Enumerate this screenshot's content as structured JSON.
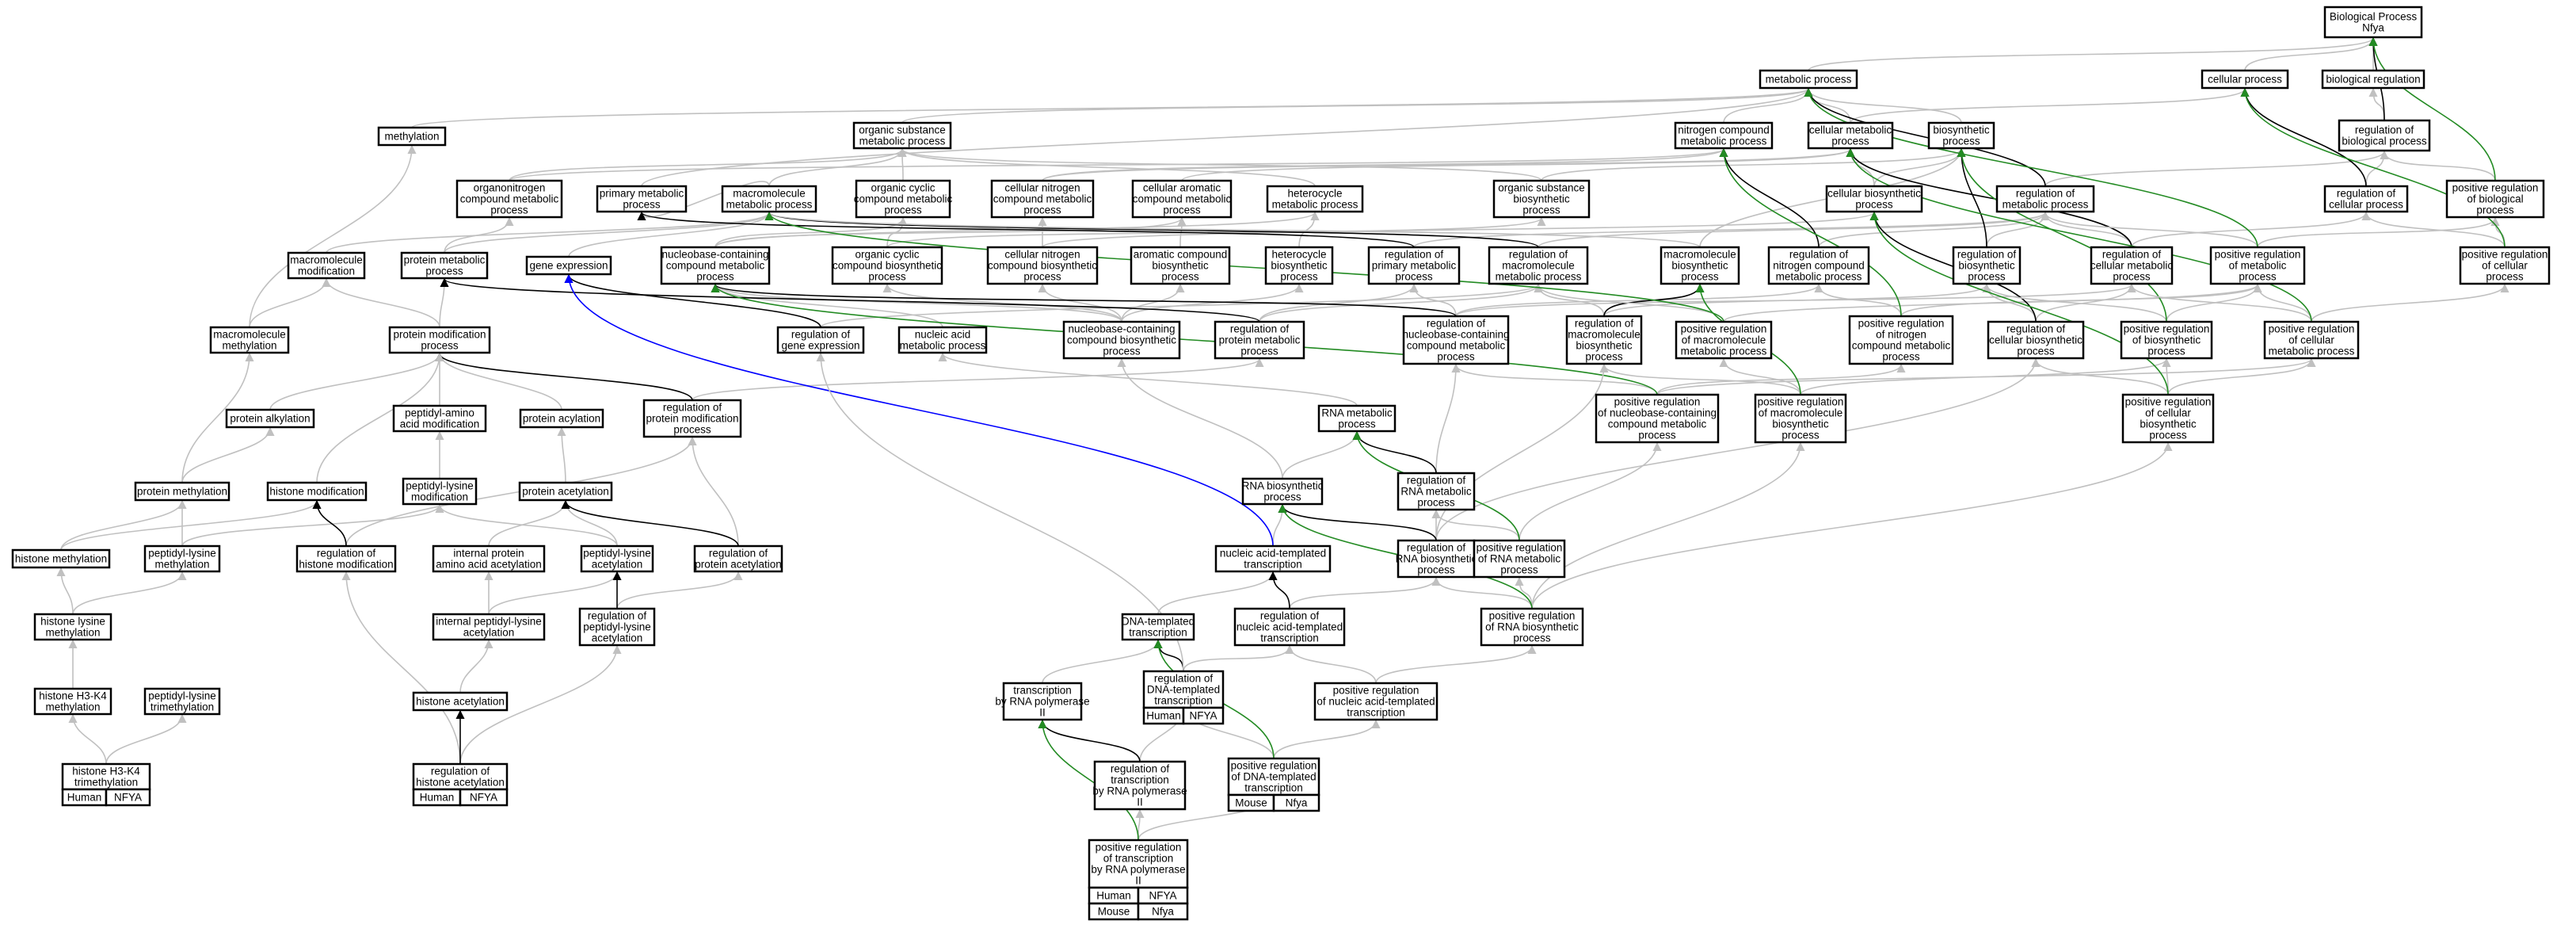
{
  "colors": {
    "background": "#ffffff",
    "node_border": "#000000",
    "edge_default": "#c0c0c0",
    "edge_regulates": "#000000",
    "edge_positively_regulates": "#238b23",
    "edge_part_of": "#0000ff",
    "tag_human": "#f0554a",
    "tag_mouse": "#a8d4e6"
  },
  "nodes": {
    "bp": [
      "Biological Process",
      "Nfya"
    ],
    "metabolic_process": [
      "metabolic process"
    ],
    "cellular_process": [
      "cellular process"
    ],
    "biological_regulation": [
      "biological regulation"
    ],
    "methylation": [
      "methylation"
    ],
    "organic_substance_metabolic": [
      "organic substance",
      "metabolic process"
    ],
    "nitrogen_compound_metabolic": [
      "nitrogen compound",
      "metabolic process"
    ],
    "cellular_metabolic": [
      "cellular metabolic",
      "process"
    ],
    "biosynthetic_process": [
      "biosynthetic",
      "process"
    ],
    "regulation_biological_process": [
      "regulation of",
      "biological process"
    ],
    "organonitrogen_compound_metabolic": [
      "organonitrogen",
      "compound metabolic",
      "process"
    ],
    "primary_metabolic": [
      "primary metabolic",
      "process"
    ],
    "macromolecule_metabolic": [
      "macromolecule",
      "metabolic process"
    ],
    "organic_cyclic_compound_metabolic": [
      "organic cyclic",
      "compound metabolic",
      "process"
    ],
    "cellular_nitrogen_compound_metabolic": [
      "cellular nitrogen",
      "compound metabolic",
      "process"
    ],
    "cellular_aromatic_compound_metabolic": [
      "cellular aromatic",
      "compound metabolic",
      "process"
    ],
    "heterocycle_metabolic": [
      "heterocycle",
      "metabolic process"
    ],
    "organic_substance_biosynthetic": [
      "organic substance",
      "biosynthetic",
      "process"
    ],
    "cellular_biosynthetic": [
      "cellular biosynthetic",
      "process"
    ],
    "regulation_metabolic": [
      "regulation of",
      "metabolic process"
    ],
    "regulation_cellular_process": [
      "regulation of",
      "cellular process"
    ],
    "positive_regulation_biological_process": [
      "positive regulation",
      "of biological",
      "process"
    ],
    "macromolecule_modification": [
      "macromolecule",
      "modification"
    ],
    "protein_metabolic": [
      "protein metabolic",
      "process"
    ],
    "gene_expression": [
      "gene expression"
    ],
    "nucleobase_containing_compound_metabolic": [
      "nucleobase-containing",
      "compound metabolic",
      "process"
    ],
    "organic_cyclic_compound_biosynthetic": [
      "organic cyclic",
      "compound biosynthetic",
      "process"
    ],
    "cellular_nitrogen_compound_biosynthetic": [
      "cellular nitrogen",
      "compound biosynthetic",
      "process"
    ],
    "aromatic_compound_biosynthetic": [
      "aromatic compound",
      "biosynthetic",
      "process"
    ],
    "heterocycle_biosynthetic": [
      "heterocycle",
      "biosynthetic",
      "process"
    ],
    "regulation_primary_metabolic": [
      "regulation of",
      "primary metabolic",
      "process"
    ],
    "regulation_macromolecule_metabolic": [
      "regulation of",
      "macromolecule",
      "metabolic process"
    ],
    "macromolecule_biosynthetic": [
      "macromolecule",
      "biosynthetic",
      "process"
    ],
    "regulation_nitrogen_compound_metabolic": [
      "regulation of",
      "nitrogen compound",
      "metabolic process"
    ],
    "regulation_biosynthetic": [
      "regulation of",
      "biosynthetic",
      "process"
    ],
    "regulation_cellular_metabolic": [
      "regulation of",
      "cellular metabolic",
      "process"
    ],
    "positive_regulation_metabolic": [
      "positive regulation",
      "of metabolic",
      "process"
    ],
    "positive_regulation_cellular_process": [
      "positive regulation",
      "of cellular",
      "process"
    ],
    "macromolecule_methylation": [
      "macromolecule",
      "methylation"
    ],
    "protein_modification_process": [
      "protein modification",
      "process"
    ],
    "regulation_gene_expression": [
      "regulation of",
      "gene expression"
    ],
    "nucleic_acid_metabolic": [
      "nucleic acid",
      "metabolic process"
    ],
    "nucleobase_containing_compound_biosynthetic": [
      "nucleobase-containing",
      "compound biosynthetic",
      "process"
    ],
    "regulation_protein_metabolic": [
      "regulation of",
      "protein metabolic",
      "process"
    ],
    "regulation_nucleobase_containing_compound_metabolic": [
      "regulation of",
      "nucleobase-containing",
      "compound metabolic",
      "process"
    ],
    "regulation_macromolecule_biosynthetic": [
      "regulation of",
      "macromolecule",
      "biosynthetic",
      "process"
    ],
    "positive_regulation_macromolecule_metabolic": [
      "positive regulation",
      "of macromolecule",
      "metabolic process"
    ],
    "positive_regulation_nitrogen_compound_metabolic": [
      "positive regulation",
      "of nitrogen",
      "compound metabolic",
      "process"
    ],
    "regulation_cellular_biosynthetic": [
      "regulation of",
      "cellular biosynthetic",
      "process"
    ],
    "positive_regulation_biosynthetic": [
      "positive regulation",
      "of biosynthetic",
      "process"
    ],
    "positive_regulation_cellular_metabolic": [
      "positive regulation",
      "of cellular",
      "metabolic process"
    ],
    "protein_alkylation": [
      "protein alkylation"
    ],
    "peptidyl_amino_acid_modification": [
      "peptidyl-amino",
      "acid modification"
    ],
    "protein_acylation": [
      "protein acylation"
    ],
    "regulation_protein_modification": [
      "regulation of",
      "protein modification",
      "process"
    ],
    "rna_metabolic": [
      "RNA metabolic",
      "process"
    ],
    "positive_regulation_nucleobase_containing_compound_metabolic": [
      "positive regulation",
      "of nucleobase-containing",
      "compound metabolic",
      "process"
    ],
    "positive_regulation_macromolecule_biosynthetic": [
      "positive regulation",
      "of macromolecule",
      "biosynthetic",
      "process"
    ],
    "positive_regulation_cellular_biosynthetic": [
      "positive regulation",
      "of cellular",
      "biosynthetic",
      "process"
    ],
    "protein_methylation": [
      "protein methylation"
    ],
    "histone_modification": [
      "histone modification"
    ],
    "peptidyl_lysine_modification": [
      "peptidyl-lysine",
      "modification"
    ],
    "protein_acetylation": [
      "protein acetylation"
    ],
    "rna_biosynthetic": [
      "RNA biosynthetic",
      "process"
    ],
    "regulation_rna_metabolic": [
      "regulation of",
      "RNA metabolic",
      "process"
    ],
    "histone_methylation": [
      "histone methylation"
    ],
    "peptidyl_lysine_methylation": [
      "peptidyl-lysine",
      "methylation"
    ],
    "regulation_histone_modification": [
      "regulation of",
      "histone modification"
    ],
    "internal_protein_amino_acid_acetylation": [
      "internal protein",
      "amino acid acetylation"
    ],
    "peptidyl_lysine_acetylation": [
      "peptidyl-lysine",
      "acetylation"
    ],
    "regulation_protein_acetylation": [
      "regulation of",
      "protein acetylation"
    ],
    "nucleic_acid_templated_transcription": [
      "nucleic acid-templated",
      "transcription"
    ],
    "regulation_rna_biosynthetic": [
      "regulation of",
      "RNA biosynthetic",
      "process"
    ],
    "positive_regulation_rna_metabolic": [
      "positive regulation",
      "of RNA metabolic",
      "process"
    ],
    "histone_lysine_methylation": [
      "histone lysine",
      "methylation"
    ],
    "internal_peptidyl_lysine_acetylation": [
      "internal peptidyl-lysine",
      "acetylation"
    ],
    "regulation_peptidyl_lysine_acetylation": [
      "regulation of",
      "peptidyl-lysine",
      "acetylation"
    ],
    "dna_templated_transcription": [
      "DNA-templated",
      "transcription"
    ],
    "regulation_nucleic_acid_templated_transcription": [
      "regulation of",
      "nucleic acid-templated",
      "transcription"
    ],
    "positive_regulation_rna_biosynthetic": [
      "positive regulation",
      "of RNA biosynthetic",
      "process"
    ],
    "histone_h3k4_methylation": [
      "histone H3-K4",
      "methylation"
    ],
    "peptidyl_lysine_trimethylation": [
      "peptidyl-lysine",
      "trimethylation"
    ],
    "histone_acetylation": [
      "histone acetylation"
    ],
    "transcription_rna_polymerase_ii": [
      "transcription",
      "by RNA polymerase",
      "II"
    ],
    "regulation_dna_templated_transcription": [
      "regulation of",
      "DNA-templated",
      "transcription"
    ],
    "positive_regulation_nucleic_acid_templated_transcription": [
      "positive regulation",
      "of nucleic acid-templated",
      "transcription"
    ],
    "histone_h3k4_trimethylation": [
      "histone H3-K4",
      "trimethylation"
    ],
    "regulation_histone_acetylation": [
      "regulation of",
      "histone acetylation"
    ],
    "regulation_transcription_rna_polymerase_ii": [
      "regulation of",
      "transcription",
      "by RNA polymerase",
      "II"
    ],
    "positive_regulation_dna_templated_transcription": [
      "positive regulation",
      "of DNA-templated",
      "transcription"
    ],
    "positive_regulation_transcription_rna_polymerase_ii": [
      "positive regulation",
      "of transcription",
      "by RNA polymerase",
      "II"
    ]
  },
  "annotations": {
    "histone_h3k4_trimethylation": [
      [
        "Human",
        "NFYA"
      ]
    ],
    "regulation_histone_acetylation": [
      [
        "Human",
        "NFYA"
      ]
    ],
    "regulation_dna_templated_transcription": [
      [
        "Human",
        "NFYA"
      ]
    ],
    "positive_regulation_dna_templated_transcription": [
      [
        "Mouse",
        "Nfya"
      ]
    ],
    "positive_regulation_transcription_rna_polymerase_ii": [
      [
        "Human",
        "NFYA"
      ],
      [
        "Mouse",
        "Nfya"
      ]
    ]
  }
}
